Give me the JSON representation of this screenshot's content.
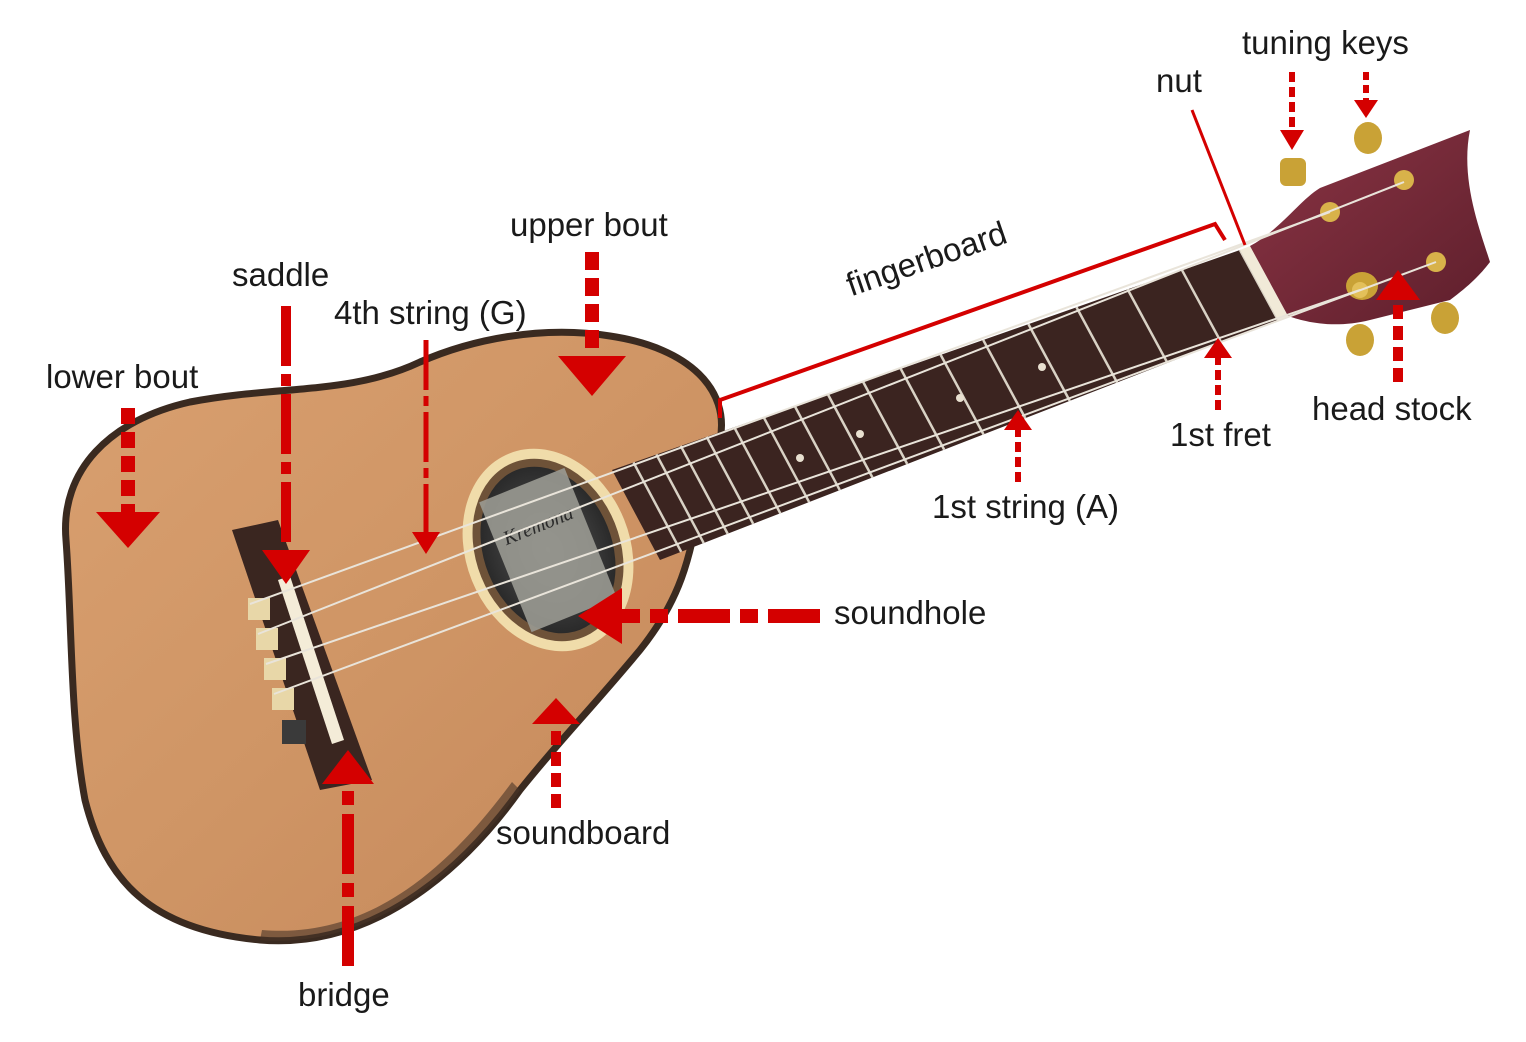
{
  "diagram": {
    "labels": {
      "tuning_keys": "tuning keys",
      "nut": "nut",
      "upper_bout": "upper bout",
      "saddle": "saddle",
      "fourth_string": "4th string (G)",
      "fingerboard": "fingerboard",
      "lower_bout": "lower bout",
      "head_stock": "head stock",
      "first_fret": "1st fret",
      "first_string": "1st string (A)",
      "soundhole": "soundhole",
      "soundboard": "soundboard",
      "bridge": "bridge"
    },
    "label_sticker_text": "Kremona",
    "colors": {
      "arrow": "#d40000",
      "label_text": "#1a1a1a",
      "soundboard": "#cf9565",
      "body_edge": "#3a2a20",
      "fretboard": "#3b2420",
      "fret": "#d9d2c5",
      "headstock": "#7a2a3a",
      "tuners": "#c9a236",
      "bridge": "#3a2620",
      "saddle": "#f4ecd8",
      "soundhole_ring": "#f0dcaa"
    }
  }
}
